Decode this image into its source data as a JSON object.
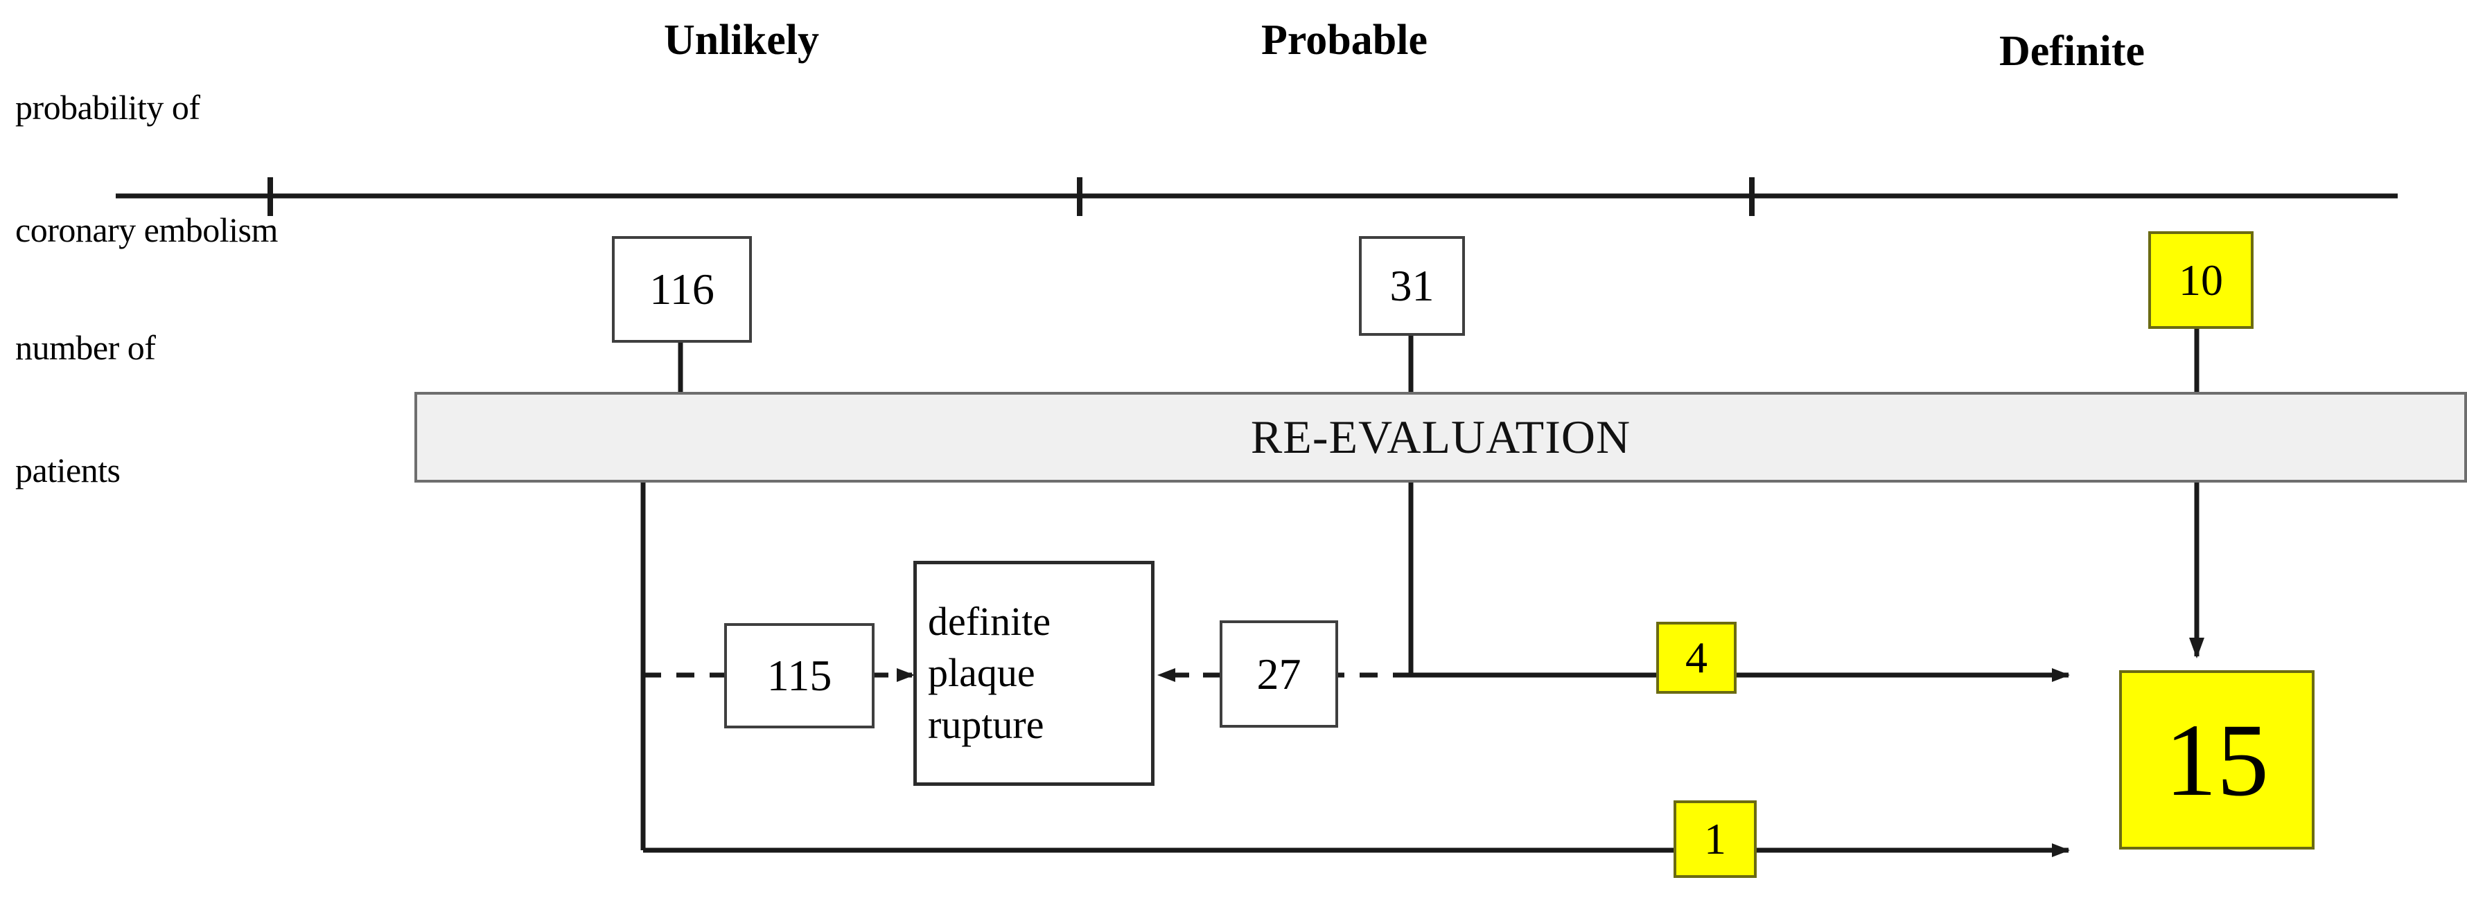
{
  "axis": {
    "left_label_line1": "probability of",
    "left_label_line2": "coronary embolism",
    "categories": [
      {
        "label": "Unlikely"
      },
      {
        "label": "Probable"
      },
      {
        "label": "Definite"
      }
    ]
  },
  "rows": {
    "patients_label_line1": "number of",
    "patients_label_line2": "patients"
  },
  "counts": {
    "unlikely": "116",
    "probable": "31",
    "definite": "10"
  },
  "reevaluation": {
    "label": "RE-EVALUATION"
  },
  "plaque": {
    "line1": "definite",
    "line2": "plaque",
    "line3": "rupture",
    "from_unlikely": "115",
    "from_probable": "27"
  },
  "outcome": {
    "probable_reclassified": "4",
    "unlikely_reclassified": "1",
    "total": "15"
  },
  "colors": {
    "highlight": "#FFFF00",
    "highlight_border": "#6b6b12",
    "bar_fill": "#f0f0f0",
    "bar_border": "#6e6e6e",
    "box_border": "#3f3f3f",
    "line": "#1a1a1a"
  },
  "chart_data": {
    "type": "diagram",
    "title": "Reclassification of coronary embolism probability after re-evaluation",
    "xlabel": "probability of coronary embolism",
    "ylabel": "number of patients",
    "categories": [
      "Unlikely",
      "Probable",
      "Definite"
    ],
    "values": [
      116,
      31,
      10
    ],
    "flows": [
      {
        "from": "Unlikely",
        "to": "definite plaque rupture",
        "value": 115,
        "style": "dashed"
      },
      {
        "from": "Probable",
        "to": "definite plaque rupture",
        "value": 27,
        "style": "dashed"
      },
      {
        "from": "Probable",
        "to": "Definite total",
        "value": 4,
        "style": "solid",
        "highlighted": true
      },
      {
        "from": "Unlikely",
        "to": "Definite total",
        "value": 1,
        "style": "solid",
        "highlighted": true
      },
      {
        "from": "Definite",
        "to": "Definite total",
        "value": 10,
        "style": "solid",
        "highlighted": true
      }
    ],
    "result_total": 15,
    "legend": []
  }
}
